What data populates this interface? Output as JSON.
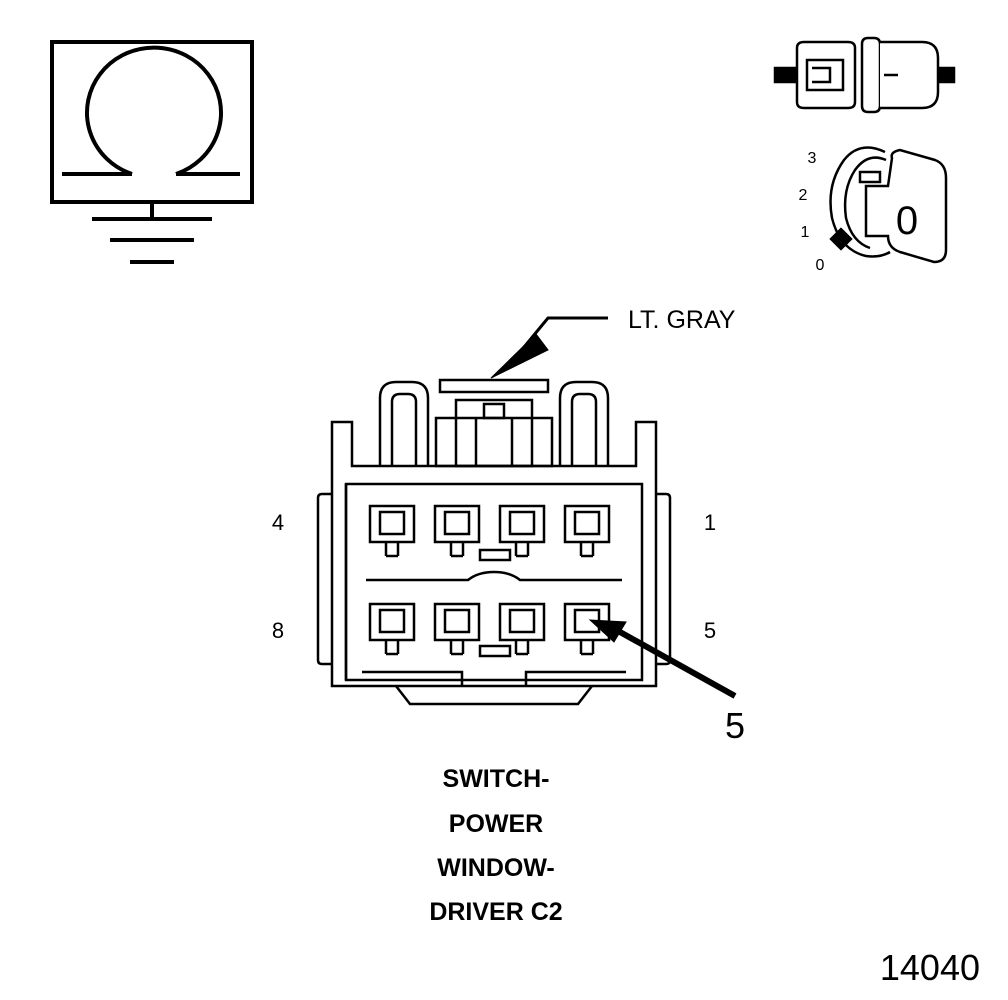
{
  "colors": {
    "ink": "#000000",
    "paper": "#ffffff"
  },
  "ohmmeter_icon": {
    "symbol": "ohm-symbol",
    "ground": "ground-icon"
  },
  "ignition": {
    "connector_icon": "disconnected-connector-icon",
    "key_icon": "ignition-key-icon",
    "positions": [
      "3",
      "2",
      "1",
      "0"
    ],
    "key_label": "0"
  },
  "connector": {
    "color_label": "LT. GRAY",
    "pin_labels": {
      "top_left": "4",
      "top_right": "1",
      "bottom_left": "8",
      "bottom_right": "5"
    },
    "callout_pin": "5"
  },
  "title_lines": [
    "SWITCH-",
    "POWER",
    "WINDOW-",
    "DRIVER C2"
  ],
  "figure_number": "14040"
}
